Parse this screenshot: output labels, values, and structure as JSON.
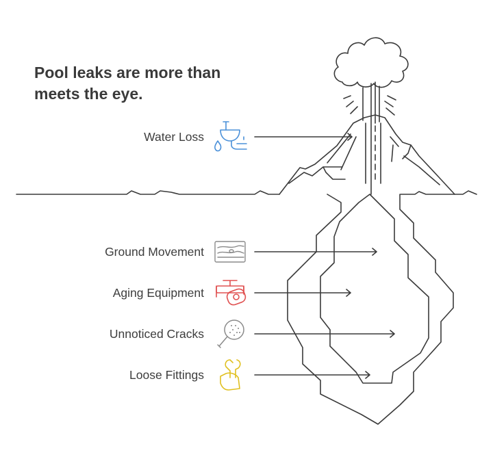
{
  "title": {
    "line1": "Pool leaks are more than",
    "line2": "meets the eye."
  },
  "labels": [
    {
      "id": "water-loss",
      "text": "Water Loss",
      "icon": "faucet-drop-icon",
      "color": "#4a90d9"
    },
    {
      "id": "ground-movement",
      "text": "Ground Movement",
      "icon": "ground-layers-icon",
      "color": "#8a8a8a"
    },
    {
      "id": "aging-equipment",
      "text": "Aging Equipment",
      "icon": "pipe-valve-icon",
      "color": "#e05050"
    },
    {
      "id": "unnoticed-cracks",
      "text": "Unnoticed Cracks",
      "icon": "magnifier-icon",
      "color": "#8a8a8a"
    },
    {
      "id": "loose-fittings",
      "text": "Loose Fittings",
      "icon": "wrench-hand-icon",
      "color": "#e0c020"
    }
  ],
  "colors": {
    "outline": "#3a3a3a",
    "text": "#3d3d3d"
  }
}
